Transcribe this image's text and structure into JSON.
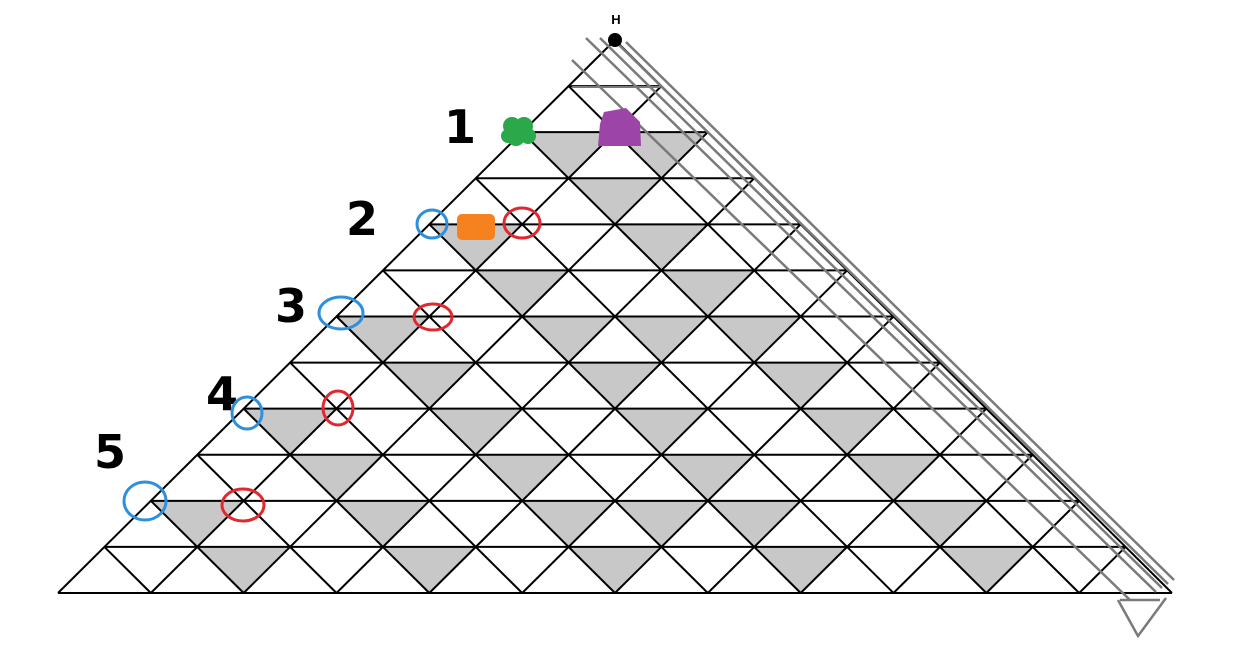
{
  "apex_label": "H",
  "rows": 12,
  "row_labels": [
    "1",
    "2",
    "3",
    "4",
    "5"
  ],
  "colors": {
    "background": "#ffffff",
    "grid_line": "#000000",
    "shade": "#c8c8c8",
    "overlay_line": "#7a7a7a",
    "blue_circle": "#2e8fdc",
    "red_circle": "#e0282e",
    "green_mark": "#2aa84a",
    "purple_mark": "#9c44a8",
    "orange_mark": "#f5821f"
  },
  "markers": [
    {
      "name": "green-blob",
      "color": "green_mark"
    },
    {
      "name": "purple-blob",
      "color": "purple_mark"
    },
    {
      "name": "orange-blob",
      "color": "orange_mark"
    }
  ]
}
